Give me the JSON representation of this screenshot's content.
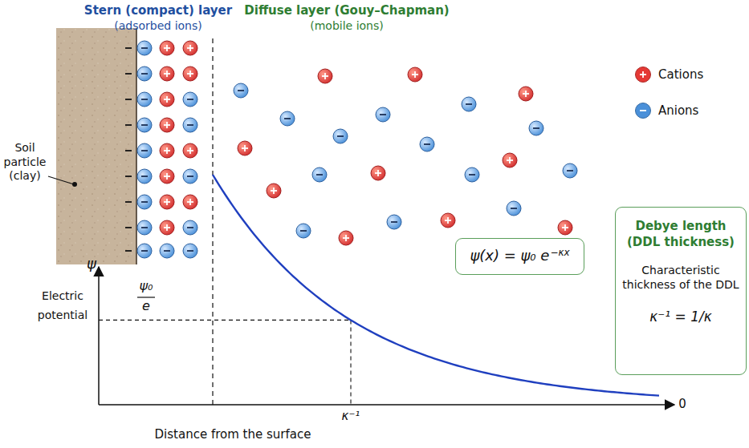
{
  "diagram": {
    "nodes": [
      {
        "text": [
          "ψ(x) = ψ₀ e",
          "−κx"
        ]
      },
      {
        "text": [
          "Debye length (DDL thickness)",
          "Characteristic thickness of the DDL",
          "κ⁻¹ = 1/κ"
        ]
      }
    ],
    "edges": [],
    "labels": [
      "Stern (compact) layer",
      "(adsorbed ions)",
      "Diffuse layer (Gouy–Chapman)",
      "(mobile ions)",
      "Soil particle (clay)",
      "ψ",
      "Electric potential",
      "ψ₀",
      "e",
      "κ⁻¹",
      "0",
      "Distance from the surface"
    ],
    "legend": [
      {
        "text": "Cations",
        "color": "#e53935"
      },
      {
        "text": "Anions",
        "color": "#4a90d9"
      }
    ]
  }
}
